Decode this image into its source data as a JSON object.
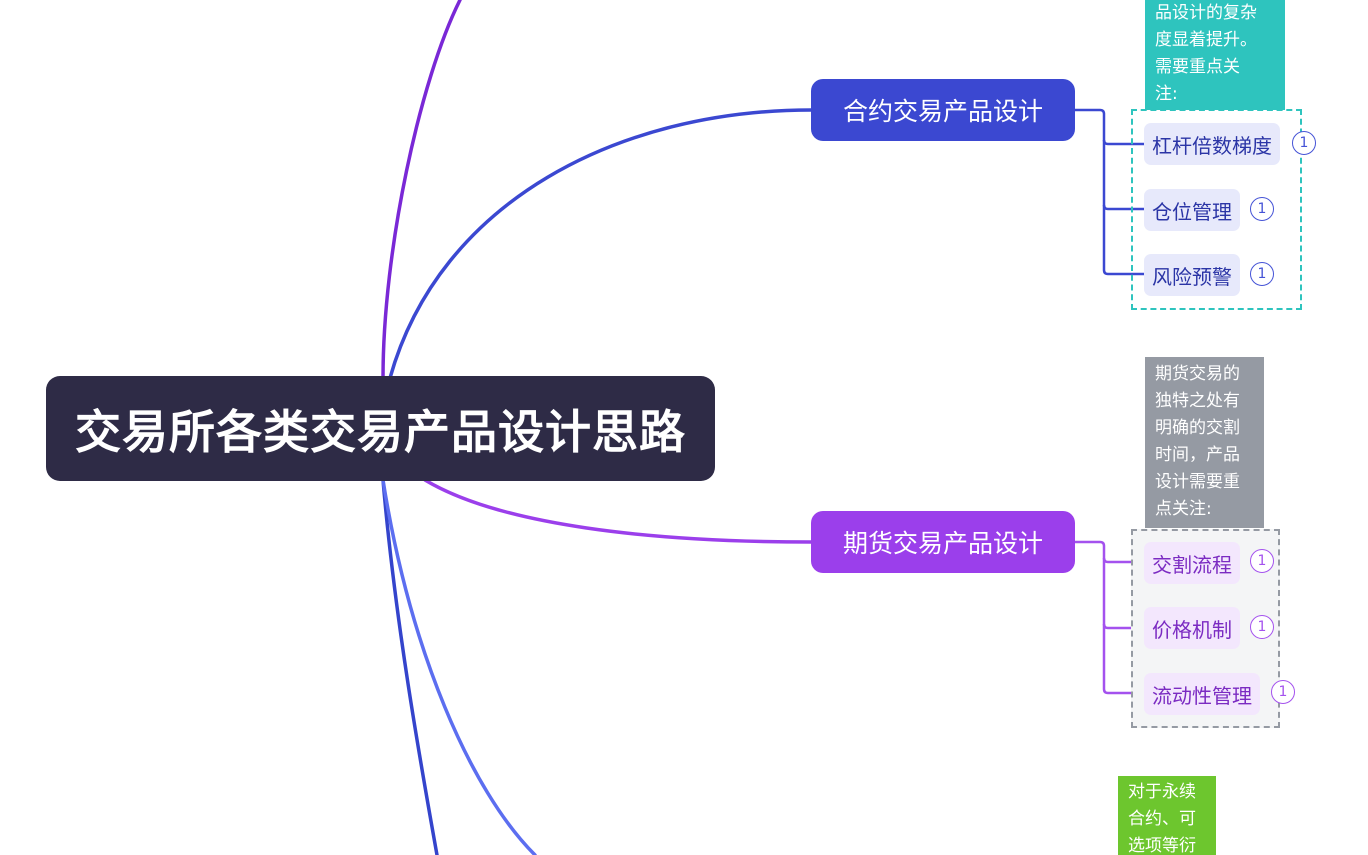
{
  "root": {
    "label": "交易所各类交易产品设计思路"
  },
  "branches": {
    "contract": {
      "label": "合约交易产品设计",
      "note": "品设计的复杂\n度显着提升。\n需要重点关\n注:",
      "leaves": [
        {
          "label": "杠杆倍数梯度",
          "badge": "1"
        },
        {
          "label": "仓位管理",
          "badge": "1"
        },
        {
          "label": "风险预警",
          "badge": "1"
        }
      ]
    },
    "futures": {
      "label": "期货交易产品设计",
      "note": "期货交易的\n独特之处有\n明确的交割\n时间，产品\n设计需要重\n点关注:",
      "leaves": [
        {
          "label": "交割流程",
          "badge": "1"
        },
        {
          "label": "价格机制",
          "badge": "1"
        },
        {
          "label": "流动性管理",
          "badge": "1"
        }
      ]
    },
    "perpetual": {
      "note": "对于永续\n合约、可\n选项等衍"
    }
  },
  "colors": {
    "root": "#2e2b46",
    "contract": "#3b48d1",
    "futures": "#9b3feb",
    "teal_note": "#2ec4be",
    "gray_note": "#959aa3",
    "green_note": "#6dc62e"
  }
}
